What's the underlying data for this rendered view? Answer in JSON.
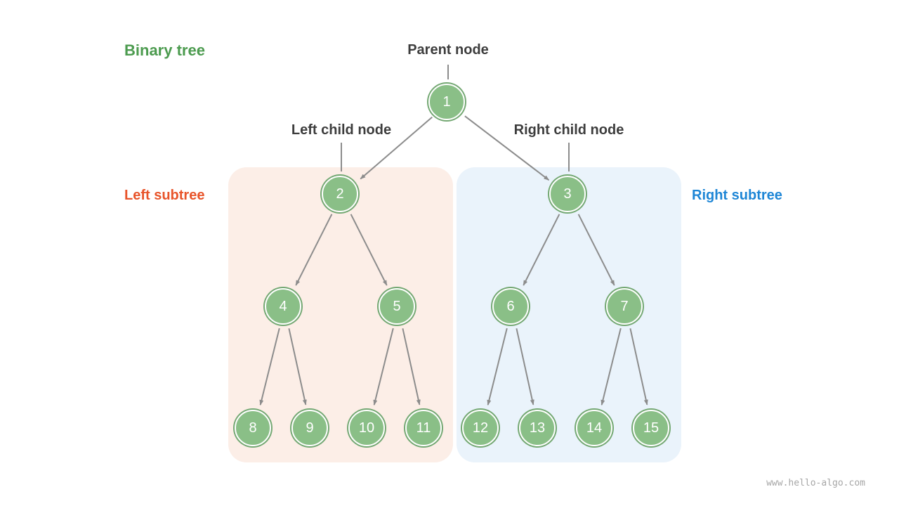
{
  "title": "Binary tree",
  "labels": {
    "parent": "Parent node",
    "left_child": "Left child node",
    "right_child": "Right child node",
    "left_subtree": "Left subtree",
    "right_subtree": "Right subtree"
  },
  "watermark": "www.hello-algo.com",
  "colors": {
    "node_fill": "#8abf87",
    "node_ring": "#74a873",
    "edge": "#8c8c8c",
    "title_green": "#4c9b4f",
    "text_dark": "#3d3d3d",
    "orange": "#e8542a",
    "blue": "#1e86d6",
    "left_bg": "#fceee7",
    "right_bg": "#eaf3fb",
    "watermark": "#a6a6a6"
  },
  "nodes": [
    {
      "value": "1"
    },
    {
      "value": "2"
    },
    {
      "value": "3"
    },
    {
      "value": "4"
    },
    {
      "value": "5"
    },
    {
      "value": "6"
    },
    {
      "value": "7"
    },
    {
      "value": "8"
    },
    {
      "value": "9"
    },
    {
      "value": "10"
    },
    {
      "value": "11"
    },
    {
      "value": "12"
    },
    {
      "value": "13"
    },
    {
      "value": "14"
    },
    {
      "value": "15"
    }
  ],
  "tree": {
    "edges": [
      [
        1,
        2
      ],
      [
        1,
        3
      ],
      [
        2,
        4
      ],
      [
        2,
        5
      ],
      [
        3,
        6
      ],
      [
        3,
        7
      ],
      [
        4,
        8
      ],
      [
        4,
        9
      ],
      [
        5,
        10
      ],
      [
        5,
        11
      ],
      [
        6,
        12
      ],
      [
        6,
        13
      ],
      [
        7,
        14
      ],
      [
        7,
        15
      ]
    ]
  }
}
